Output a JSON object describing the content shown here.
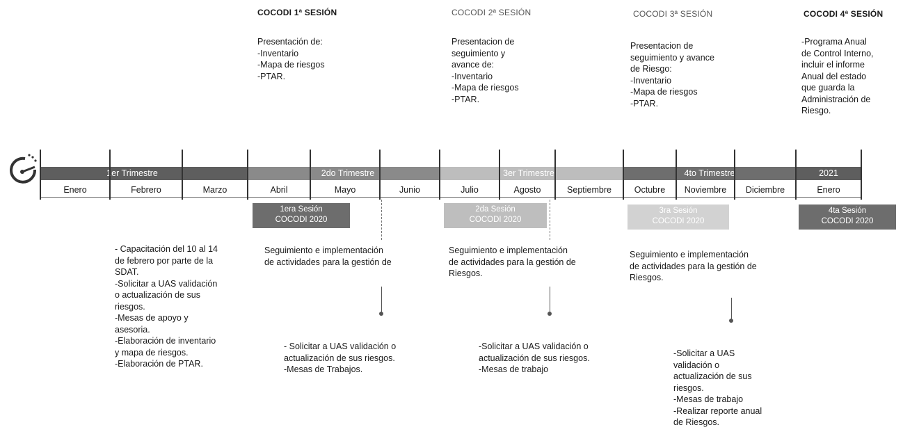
{
  "sessions": [
    {
      "title": "COCODI 1ª SESIÓN",
      "lines": [
        "Presentación de:",
        "-Inventario",
        "-Mapa de riesgos",
        "-PTAR."
      ]
    },
    {
      "title": "COCODI 2ª SESIÓN",
      "lines": [
        "Presentacion de",
        "seguimiento y",
        "avance de:",
        "-Inventario",
        "-Mapa de riesgos",
        "-PTAR."
      ]
    },
    {
      "title": "COCODI 3ª SESIÓN",
      "lines": [
        "Presentacion de",
        "seguimiento y avance",
        "de Riesgo:",
        "-Inventario",
        "-Mapa de riesgos",
        "-PTAR."
      ]
    },
    {
      "title": "COCODI 4ª SESIÓN",
      "lines": [
        "-Programa Anual",
        "de Control Interno,",
        "incluir el informe",
        "Anual del estado",
        "que guarda la",
        "Administración de",
        "Riesgo."
      ]
    }
  ],
  "quarters": [
    {
      "label": "1er Trimestre",
      "color": "#5e5e5e"
    },
    {
      "label": "2do Trimestre",
      "color": "#8a8a8a"
    },
    {
      "label": "3er Trimestre",
      "color": "#bdbdbd"
    },
    {
      "label": "4to Trimestre",
      "color": "#6e6e6e"
    },
    {
      "label": "2021",
      "color": "#5e5e5e"
    }
  ],
  "months": [
    "Enero",
    "Febrero",
    "Marzo",
    "Abril",
    "Mayo",
    "Junio",
    "Julio",
    "Agosto",
    "Septiembre",
    "Octubre",
    "Noviembre",
    "Diciembre",
    "Enero"
  ],
  "session_boxes": [
    {
      "line1": "1era Sesión",
      "line2": "COCODI 2020",
      "color": "#6d6d6d"
    },
    {
      "line1": "2da Sesión",
      "line2": "COCODI 2020",
      "color": "#bebebe"
    },
    {
      "line1": "3ra Sesión",
      "line2": "COCODI 2020",
      "color": "#d2d2d2"
    },
    {
      "line1": "4ta Sesión",
      "line2": "COCODI 2020",
      "color": "#6d6d6d"
    }
  ],
  "q1_activities": [
    "- Capacitación del 10 al 14",
    "de febrero por parte de la",
    "SDAT.",
    "-Solicitar a UAS validación",
    "o actualización de sus",
    "riesgos.",
    "-Mesas de apoyo y",
    "asesoria.",
    "-Elaboración de inventario",
    "y mapa de riesgos.",
    "-Elaboración de PTAR."
  ],
  "follow_ups": [
    {
      "lines": [
        "Seguimiento e implementación",
        "de actividades para la gestión de"
      ]
    },
    {
      "lines": [
        "Seguimiento e implementación",
        "de actividades para la gestión de",
        "Riesgos."
      ]
    },
    {
      "lines": [
        "Seguimiento e implementación",
        "de actividades para la gestión de",
        "Riesgos."
      ]
    }
  ],
  "tasks": [
    {
      "lines": [
        "- Solicitar a UAS validación o",
        "actualización de sus riesgos.",
        "-Mesas de Trabajos."
      ]
    },
    {
      "lines": [
        "-Solicitar a UAS validación o",
        "actualización de sus riesgos.",
        "-Mesas de trabajo"
      ]
    },
    {
      "lines": [
        "-Solicitar a UAS",
        "validación o",
        "actualización de sus",
        "riesgos.",
        "-Mesas de trabajo",
        "-Realizar reporte anual",
        "de Riesgos."
      ]
    }
  ]
}
